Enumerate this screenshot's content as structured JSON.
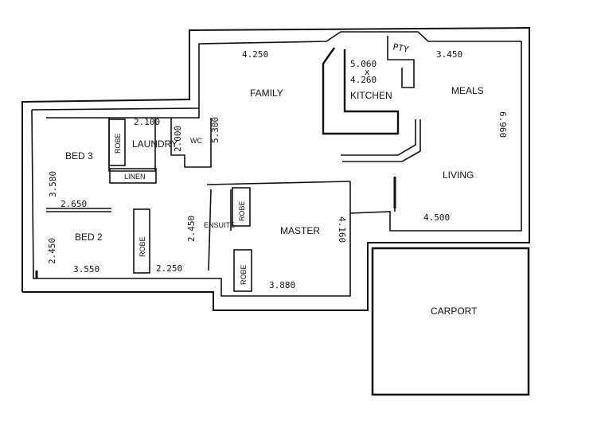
{
  "rooms": {
    "family": "FAMILY",
    "kitchen": "KITCHEN",
    "meals": "MEALS",
    "living": "LIVING",
    "bed3": "BED 3",
    "laundry": "LAUNDRY",
    "wc": "WC",
    "linen": "LINEN",
    "bed2": "BED 2",
    "ensuite": "ENSUITE",
    "master": "MASTER",
    "carport": "CARPORT",
    "pty": "PTY",
    "robe_bed3": "ROBE",
    "robe_bed2": "ROBE",
    "robe_ensuite": "ROBE",
    "robe_master": "ROBE"
  },
  "dimensions": {
    "family_width": "4.250",
    "kitchen_w": "5.060",
    "kitchen_x": "x",
    "kitchen_h": "4.260",
    "meals_width": "3.450",
    "meals_depth": "6.960",
    "laundry_width": "2.100",
    "wc_depth": "5.300",
    "laundry_depth": "2.000",
    "bed3_depth": "3.580",
    "bed3_width": "2.650",
    "bed2_depth": "2.450",
    "bed2_width": "3.550",
    "ensuite_depth": "2.450",
    "ensuite_width": "2.250",
    "master_width": "3.880",
    "master_depth": "4.160",
    "living_width": "4.500"
  }
}
